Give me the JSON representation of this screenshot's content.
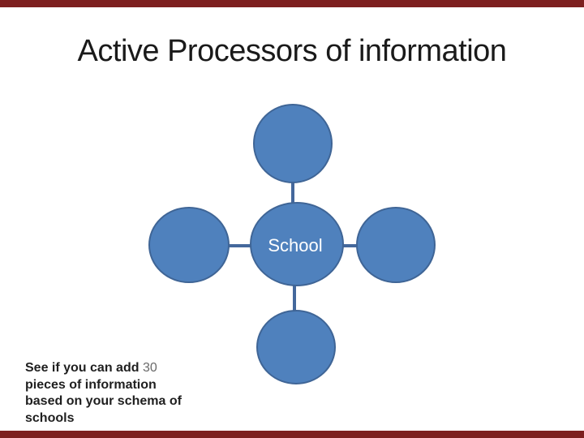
{
  "slide": {
    "title": "Active Processors of information",
    "note": {
      "prefix": "See if you can add ",
      "number": "30",
      "lines": [
        "pieces of information",
        "based on your schema of",
        "schools"
      ]
    },
    "diagram": {
      "center_label": "School",
      "node_fill": "#4f81bd",
      "node_stroke": "#3f6596",
      "connector_color": "#44689c"
    },
    "accent_bar_color": "#7d1f1f"
  }
}
